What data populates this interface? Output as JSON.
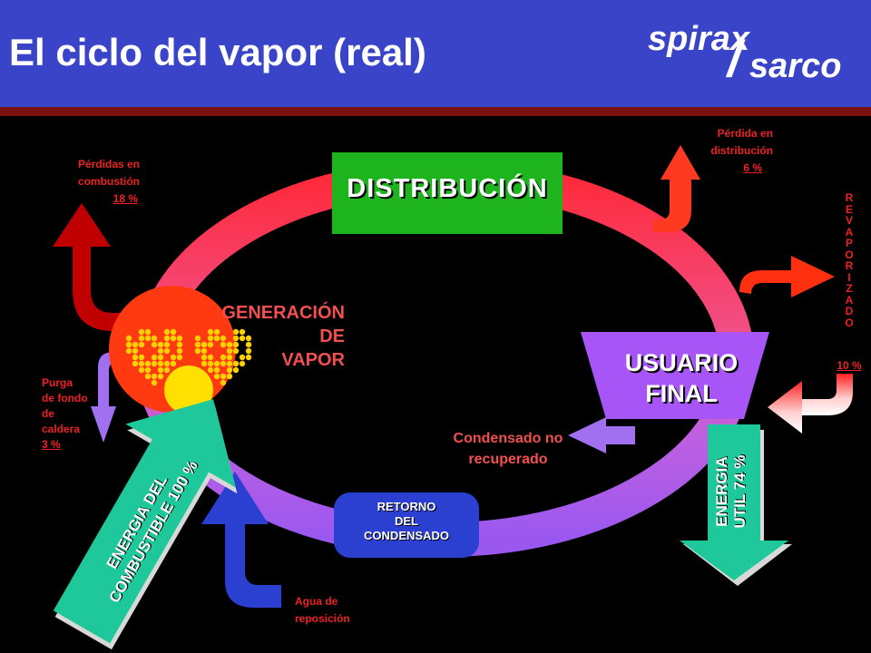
{
  "header": {
    "title": "El ciclo del vapor (real)"
  },
  "logo": {
    "line1": "spirax",
    "line2": "sarco",
    "separator": "/"
  },
  "distribution": {
    "label": "DISTRIBUCIÓN"
  },
  "generation": {
    "line1": "GENERACIÓN",
    "line2": "DE",
    "line3": "VAPOR"
  },
  "end_user": {
    "line1": "USUARIO",
    "line2": "FINAL"
  },
  "condensate_return": {
    "line1": "RETORNO",
    "line2": "DEL",
    "line3": "CONDENSADO"
  },
  "condensate_lost": {
    "line1": "Condensado no",
    "line2": "recuperado"
  },
  "losses": {
    "combustion": {
      "line1": "Pérdidas en",
      "line2": "combustión",
      "value": "18 %"
    },
    "distribution": {
      "line1": "Pérdida en",
      "line2": "distribución",
      "value": "6 %"
    },
    "revaporized": {
      "letters": "REVAPORIZADO",
      "value": "10 %"
    },
    "blowdown": {
      "line1": "Purga",
      "line2": "de fondo",
      "line3": "de",
      "line4": "caldera",
      "value": "3 %"
    },
    "makeup": {
      "line1": "Agua de",
      "line2": "reposición"
    }
  },
  "fuel_energy": {
    "line1": "ENERGIA DEL",
    "line2": "COMBUSTIBLE 100 %"
  },
  "useful_energy": {
    "line1": "ENERGIA",
    "line2": "UTIL 74 %"
  },
  "colors": {
    "header": "#3a44c8",
    "distribution_box": "#1eb41e",
    "loss_text": "#e22222",
    "boiler": "#ff3a10",
    "end_user": "#a855f7",
    "return_box": "#2b3fd0",
    "energy_arrow": "#1ec89a"
  }
}
